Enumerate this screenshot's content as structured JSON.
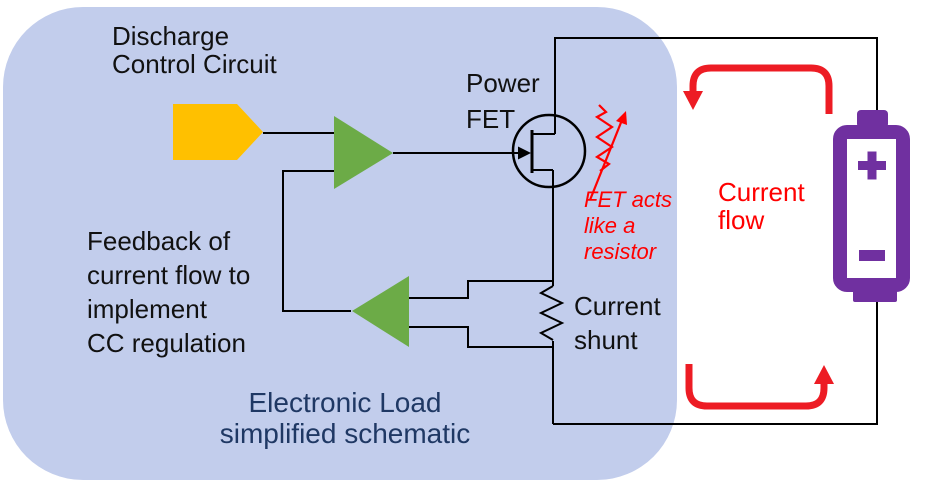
{
  "diagram_title": "Electronic Load simplified schematic",
  "labels": {
    "discharge_control": [
      "Discharge",
      "Control Circuit"
    ],
    "power_fet": [
      "Power",
      "FET"
    ],
    "fet_acts": [
      "FET acts",
      "like a",
      "resistor"
    ],
    "current_flow": [
      "Current",
      "flow"
    ],
    "current_shunt": [
      "Current",
      "shunt"
    ],
    "feedback": [
      "Feedback of",
      "current flow to",
      "implement",
      "CC regulation"
    ],
    "caption": [
      "Electronic Load",
      "simplified schematic"
    ],
    "battery": {
      "positive": "+",
      "negative": "−"
    }
  },
  "colors": {
    "panel_background": "#C2CDEC",
    "wire_black": "#000000",
    "control_orange": "#FFC000",
    "amplifier_green": "#6CAB47",
    "battery_purple": "#7030A0",
    "arrow_red": "#ED1C24",
    "annotation_red": "#FF0000",
    "caption_navy": "#1F3864"
  },
  "symbols": [
    "discharge-source-arrow",
    "buffer-amplifier",
    "feedback-amplifier",
    "power-fet",
    "variable-resistor",
    "current-shunt-resistor",
    "battery",
    "current-flow-arrow-top",
    "current-flow-arrow-bottom"
  ]
}
